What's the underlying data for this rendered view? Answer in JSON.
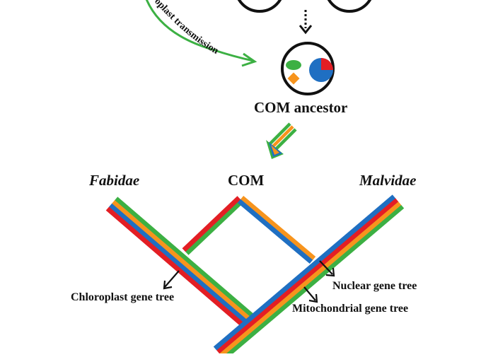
{
  "labels": {
    "arc": "oplast transmission",
    "com_ancestor": "COM ancestor",
    "fabidae": "Fabidae",
    "com": "COM",
    "malvidae": "Malvidae",
    "chloroplast_tree": "Chloroplast gene tree",
    "nuclear_tree": "Nuclear gene tree",
    "mito_tree": "Mitochondrial  gene tree"
  },
  "colors": {
    "chloroplast": "#3cb043",
    "nuclear": "#1f6fc2",
    "mitochondrial": "#f7941d",
    "red": "#e31e24",
    "arc": "#3cb043"
  }
}
